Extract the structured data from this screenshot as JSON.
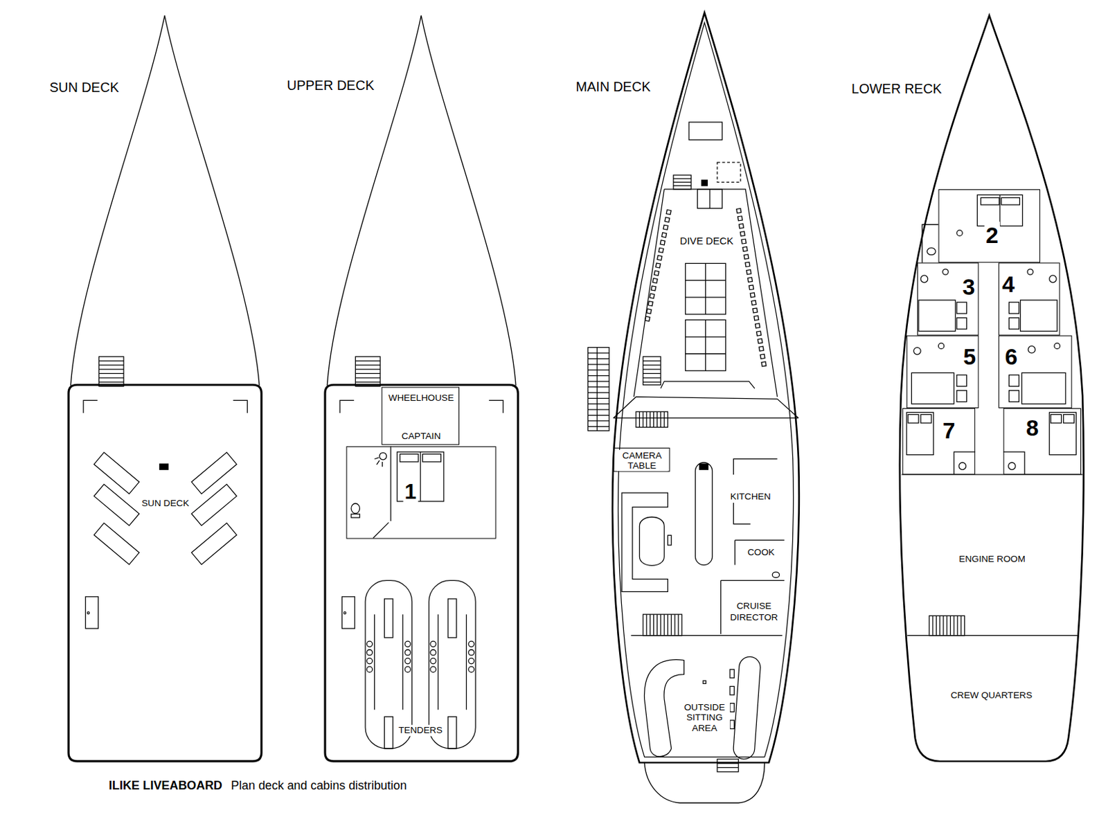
{
  "diagram": {
    "caption": "ILIKE LIVEABOARD",
    "nodes": [
      {
        "text": [
          "SUN DECK"
        ]
      },
      {
        "text": [
          "SUN DECK"
        ],
        "in": 0
      },
      {
        "text": [
          "UPPER DECK"
        ]
      },
      {
        "text": [
          "WHEELHOUSE",
          "CAPTAIN"
        ],
        "in": 2
      },
      {
        "text": [
          "1"
        ],
        "in": 2
      },
      {
        "text": [
          "MAIN DECK"
        ]
      },
      {
        "text": [
          "DIVE DECK"
        ],
        "in": 5
      },
      {
        "text": [
          "CAMERA TABLE"
        ],
        "in": 5
      },
      {
        "text": [
          "KITCHEN"
        ],
        "in": 5
      },
      {
        "text": [
          "COOK"
        ],
        "in": 5
      },
      {
        "text": [
          "CRUISE DIRECTOR"
        ],
        "in": 5
      },
      {
        "text": [
          "OUTSIDE SITTING AREA"
        ],
        "in": 5
      },
      {
        "text": [
          "LOWER RECK"
        ]
      },
      {
        "text": [
          "2"
        ],
        "in": 12
      },
      {
        "text": [
          "3"
        ],
        "in": 12
      },
      {
        "text": [
          "4"
        ],
        "in": 12
      },
      {
        "text": [
          "5"
        ],
        "in": 12
      },
      {
        "text": [
          "6"
        ],
        "in": 12
      },
      {
        "text": [
          "7"
        ],
        "in": 12
      },
      {
        "text": [
          "8"
        ],
        "in": 12
      },
      {
        "text": [
          "ENGINE ROOM"
        ],
        "in": 12
      },
      {
        "text": [
          "CREW QUARTERS"
        ],
        "in": 12
      }
    ],
    "labels": [
      "TENDERS",
      "Plan deck and cabins distribution"
    ]
  }
}
